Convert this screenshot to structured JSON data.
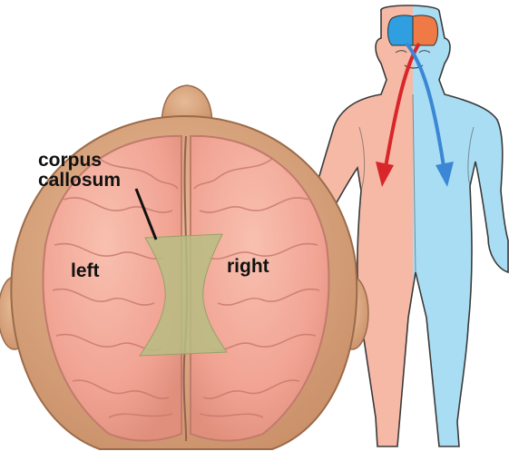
{
  "labels": {
    "corpus_callosum_line1": "corpus",
    "corpus_callosum_line2": "callosum",
    "left": "left",
    "right": "right"
  },
  "colors": {
    "body_left": "#f6b9a6",
    "body_right": "#a9ddf3",
    "brain": "#f3a596",
    "head_skin": "#d9a57f",
    "corpus_callosum": "#b7bd84",
    "arrow_red": "#d8262b",
    "arrow_blue": "#3b87d6"
  }
}
